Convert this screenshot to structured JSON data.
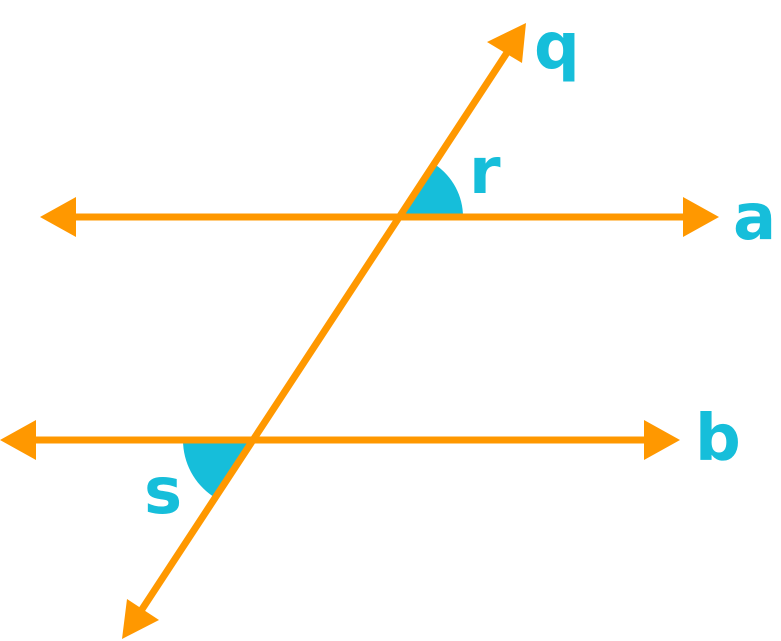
{
  "colors": {
    "line": "#FF9800",
    "angle": "#16BEDA",
    "label": "#16BEDA",
    "background": "#FFFFFF"
  },
  "lines": [
    {
      "id": "a",
      "label": "a"
    },
    {
      "id": "b",
      "label": "b"
    },
    {
      "id": "q",
      "label": "q"
    }
  ],
  "angles": [
    {
      "id": "r",
      "label": "r"
    },
    {
      "id": "s",
      "label": "s"
    }
  ]
}
